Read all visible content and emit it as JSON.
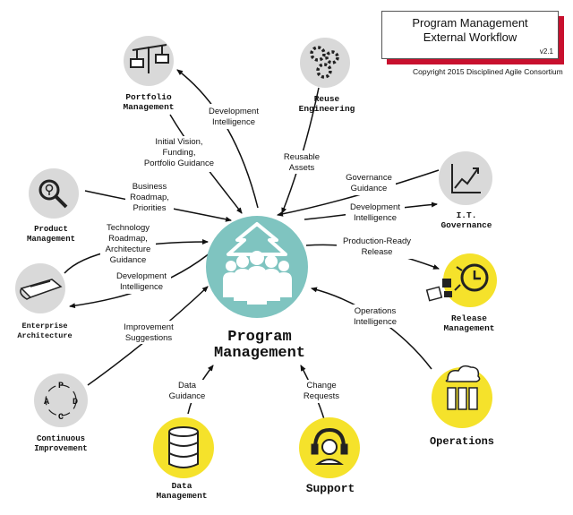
{
  "title": {
    "line1": "Program Management",
    "line2": "External Workflow",
    "version": "v2.1"
  },
  "copyright": "Copyright 2015 Disciplined Agile Consortium",
  "center": {
    "line1": "Program",
    "line2": "Management"
  },
  "nodes": {
    "portfolio": [
      "Portfolio",
      "Management"
    ],
    "reuse": [
      "Reuse",
      "Engineering"
    ],
    "product": [
      "Product",
      "Management"
    ],
    "it_governance": [
      "I.T.",
      "Governance"
    ],
    "enterprise": [
      "Enterprise",
      "Architecture"
    ],
    "release": [
      "Release",
      "Management"
    ],
    "continuous": [
      "Continuous",
      "Improvement"
    ],
    "data": [
      "Data",
      "Management"
    ],
    "support": [
      "Support"
    ],
    "operations": [
      "Operations"
    ]
  },
  "edges": {
    "dev_intel_portfolio": [
      "Development",
      "Intelligence"
    ],
    "initial_vision": [
      "Initial Vision,",
      "Funding,",
      "Portfolio Guidance"
    ],
    "reusable_assets": [
      "Reusable",
      "Assets"
    ],
    "business_roadmap": [
      "Business",
      "Roadmap,",
      "Priorities"
    ],
    "governance_guidance": [
      "Governance",
      "Guidance"
    ],
    "dev_intel_it": [
      "Development",
      "Intelligence"
    ],
    "tech_roadmap": [
      "Technology",
      "Roadmap,",
      "Architecture",
      "Guidance"
    ],
    "production_ready": [
      "Production-Ready",
      "Release"
    ],
    "dev_intel_ea": [
      "Development",
      "Intelligence"
    ],
    "operations_intel": [
      "Operations",
      "Intelligence"
    ],
    "improvement": [
      "Improvement",
      "Suggestions"
    ],
    "data_guidance": [
      "Data",
      "Guidance"
    ],
    "change_requests": [
      "Change",
      "Requests"
    ]
  },
  "pdca": [
    "P",
    "D",
    "C",
    "A"
  ],
  "colors": {
    "center_fill": "#7fc4c0",
    "gray_icon": "#d9d9d9",
    "yellow_icon": "#f5e22b",
    "title_shadow": "#c8102e"
  }
}
